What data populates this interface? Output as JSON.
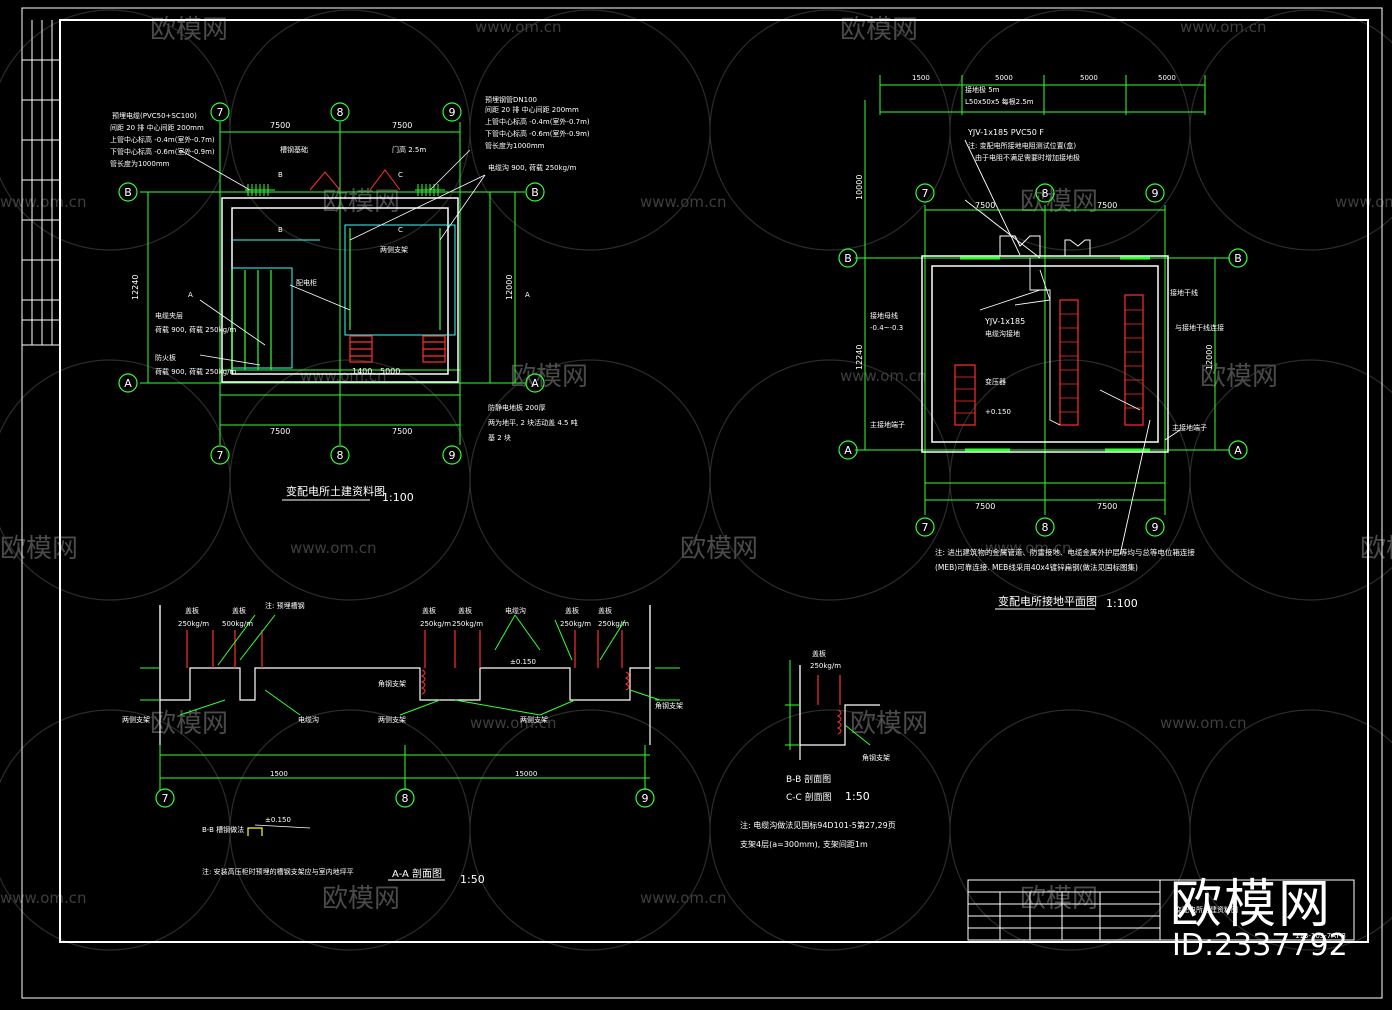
{
  "watermark": {
    "brand": "欧模网",
    "site": "www.om.cn"
  },
  "corner_logo": {
    "text": "欧模网",
    "id": "ID:2337792"
  },
  "axes": {
    "a7": "7",
    "a8": "8",
    "a9": "9",
    "aA": "A",
    "aB": "B"
  },
  "dims": {
    "d7500": "7500",
    "d12240": "12240",
    "d12000": "12000",
    "d10000": "10000",
    "d15000": "15000",
    "d1500": "1500",
    "d1400": "1400",
    "d5000": "5000"
  },
  "plan_left": {
    "title": "变配电所土建资料图",
    "scale": "1:100",
    "notes": [
      "预埋电缆(PVC50+SC100)",
      "预埋钢管DN100",
      "间距 20 排 中心间距 200mm",
      "上管中心标高 -0.4m(室外-0.7m)",
      "下管中心标高 -0.6m(室外-0.9m)",
      "管长度为1000mm"
    ],
    "labels": {
      "door": "门高 2.5m",
      "trench": "电缆沟 900, 荷载 250kg/m",
      "steel": "槽钢基础",
      "plate": "防火板",
      "ch": "两侧支架",
      "b": "B",
      "c": "C",
      "a": "A",
      "pit": "电缆夹层",
      "box": "配电柜",
      "load": "荷载 900, 荷载 250kg/m",
      "floor": "防静电地板 200厚",
      "floor2": "两为地平, 2 块活动盖 4.5 吨",
      "floor3": "基 2 块"
    }
  },
  "plan_right": {
    "title": "变配电所接地平面图",
    "scale": "1:100",
    "labels": {
      "rod": "接地极 5m",
      "steel": "L50x50x5 每根2.5m",
      "cable": "YJV-1x185 PVC50 F",
      "note1": "注: 变配电所接地电阻测试位置(盒)",
      "note2": "由于电阻不满足需要时增加接地极",
      "cable2": "YJV-1x185",
      "trench": "电缆沟接地",
      "lower": "-0.4~-0.3",
      "bar": "接地母线",
      "bar2": "接地干线",
      "main": "主接地端子",
      "tcs": "与接地干线连接",
      "equip": "变压器",
      "v": "+0.150"
    },
    "bottom_note": "注: 进出建筑物的金属管道、防雷接地、电缆金属外护层等均与总等电位箱连接",
    "bottom_note2": "(MEB)可靠连接. MEB线采用40x4镀锌扁钢(做法见国标图集)"
  },
  "section_aa": {
    "title": "A-A 剖面图",
    "scale": "1:50",
    "labels": {
      "cover": "盖板",
      "trench": "电缆沟",
      "load1": "250kg/m",
      "load2": "500kg/m",
      "steel": "角钢支架",
      "ch": "两侧支架",
      "note": "注: 预埋槽钢",
      "level": "±0.150"
    },
    "note": "注: 安装高压柜时预埋的槽钢支架应与室内地坪平",
    "detail": "B-B 槽钢做法"
  },
  "section_bb": {
    "title_b": "B-B 剖面图",
    "title_c": "C-C 剖面图",
    "scale": "1:50",
    "labels": {
      "cover": "盖板",
      "load": "250kg/m",
      "steel": "角钢支架"
    },
    "note1": "注: 电缆沟做法见国标94D101-5第27,29页",
    "note2": "支架4层(a=300mm), 支架间距1m"
  },
  "titleblock": {
    "drawing_no": "113-105-7AY-3",
    "name": "变配电所土建资料图"
  }
}
